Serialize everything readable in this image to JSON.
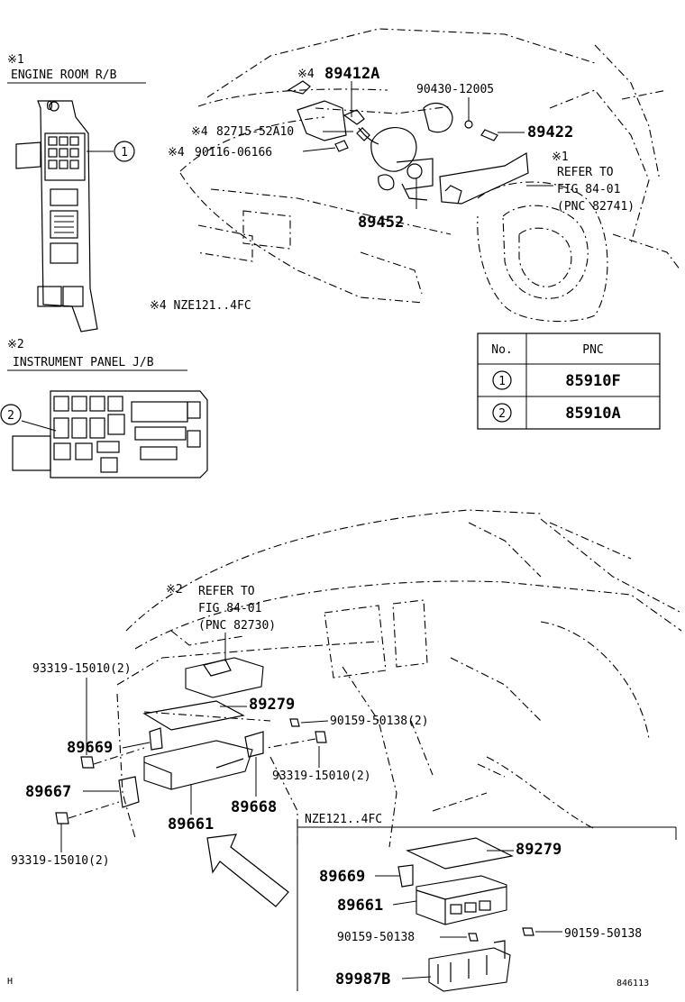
{
  "engine_room_rb": {
    "mark": "※1",
    "label": "ENGINE ROOM R/B",
    "callout": "1",
    "zero": "0"
  },
  "instrument_panel_jb": {
    "mark": "※2",
    "label": "INSTRUMENT PANEL J/B",
    "callout": "2"
  },
  "top_parts": {
    "p89412a": {
      "mark": "※4",
      "num": "89412A"
    },
    "p90430": {
      "num": "90430-12005"
    },
    "p82715": {
      "mark": "※4",
      "num": "82715-52A10"
    },
    "p89422": {
      "num": "89422"
    },
    "p90116": {
      "mark": "※4",
      "num": "90116-06166"
    },
    "p89452": {
      "num": "89452"
    },
    "ref1": {
      "mark": "※1",
      "line1": "REFER TO",
      "line2": "FIG 84-01",
      "line3": "(PNC 82741)"
    },
    "model_note": "※4 NZE121..4FC"
  },
  "pnc_table": {
    "headers": [
      "No.",
      "PNC"
    ],
    "rows": [
      {
        "no": "1",
        "pnc": "85910F"
      },
      {
        "no": "2",
        "pnc": "85910A"
      }
    ]
  },
  "bottom_parts": {
    "ref2": {
      "mark": "※2",
      "line1": "REFER TO",
      "line2": "FIG 84-01",
      "line3": "(PNC 82730)"
    },
    "p93319a": "93319-15010(2)",
    "p89279": "89279",
    "p90159a": "90159-50138(2)",
    "p89669": "89669",
    "p93319b": "93319-15010(2)",
    "p89667": "89667",
    "p89668": "89668",
    "p89661": "89661",
    "p93319c": "93319-15010(2)",
    "nze_label": "NZE121..4FC"
  },
  "inset_parts": {
    "p89279": "89279",
    "p89669": "89669",
    "p89661": "89661",
    "p90159a": "90159-50138",
    "p90159b": "90159-50138",
    "p89987b": "89987B"
  },
  "footer": {
    "left": "H",
    "right": "846113"
  }
}
